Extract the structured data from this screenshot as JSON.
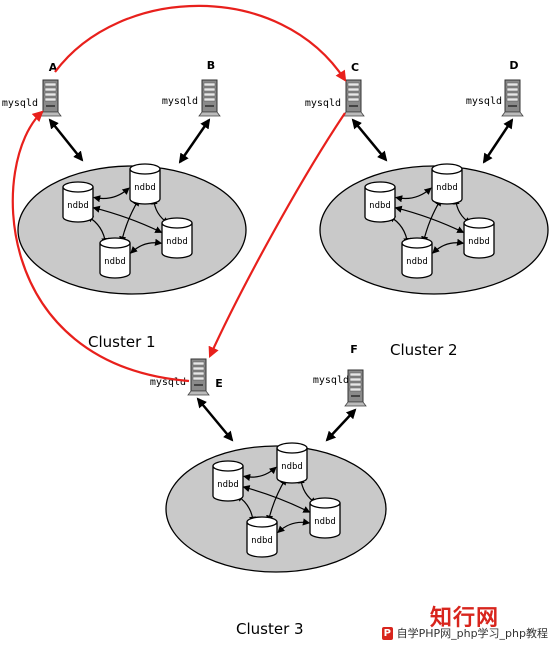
{
  "colors": {
    "replication": "#e8201c",
    "cluster_fill": "#c9c9c9",
    "link": "#000000",
    "server_body": "#8a8a8a",
    "watermark": "#d8251d"
  },
  "icons": [
    "server-icon",
    "database-cylinder-icon",
    "double-arrow-icon",
    "curved-replication-arrow-icon"
  ],
  "servers": [
    {
      "id": "A",
      "label": "A",
      "role": "mysqld"
    },
    {
      "id": "B",
      "label": "B",
      "role": "mysqld"
    },
    {
      "id": "C",
      "label": "C",
      "role": "mysqld"
    },
    {
      "id": "D",
      "label": "D",
      "role": "mysqld"
    },
    {
      "id": "E",
      "label": "E",
      "role": "mysqld"
    },
    {
      "id": "F",
      "label": "F",
      "role": "mysqld"
    }
  ],
  "clusters": [
    {
      "name": "Cluster 1",
      "data_nodes": [
        "ndbd",
        "ndbd",
        "ndbd",
        "ndbd"
      ]
    },
    {
      "name": "Cluster 2",
      "data_nodes": [
        "ndbd",
        "ndbd",
        "ndbd",
        "ndbd"
      ]
    },
    {
      "name": "Cluster 3",
      "data_nodes": [
        "ndbd",
        "ndbd",
        "ndbd",
        "ndbd"
      ]
    }
  ],
  "replication": [
    {
      "from": "A",
      "to": "C"
    },
    {
      "from": "C",
      "to": "E"
    },
    {
      "from": "E",
      "to": "A"
    }
  ],
  "watermark": {
    "brand": "知行网",
    "caption": "自学PHP网_php学习_php教程",
    "logo_letter": "P"
  }
}
